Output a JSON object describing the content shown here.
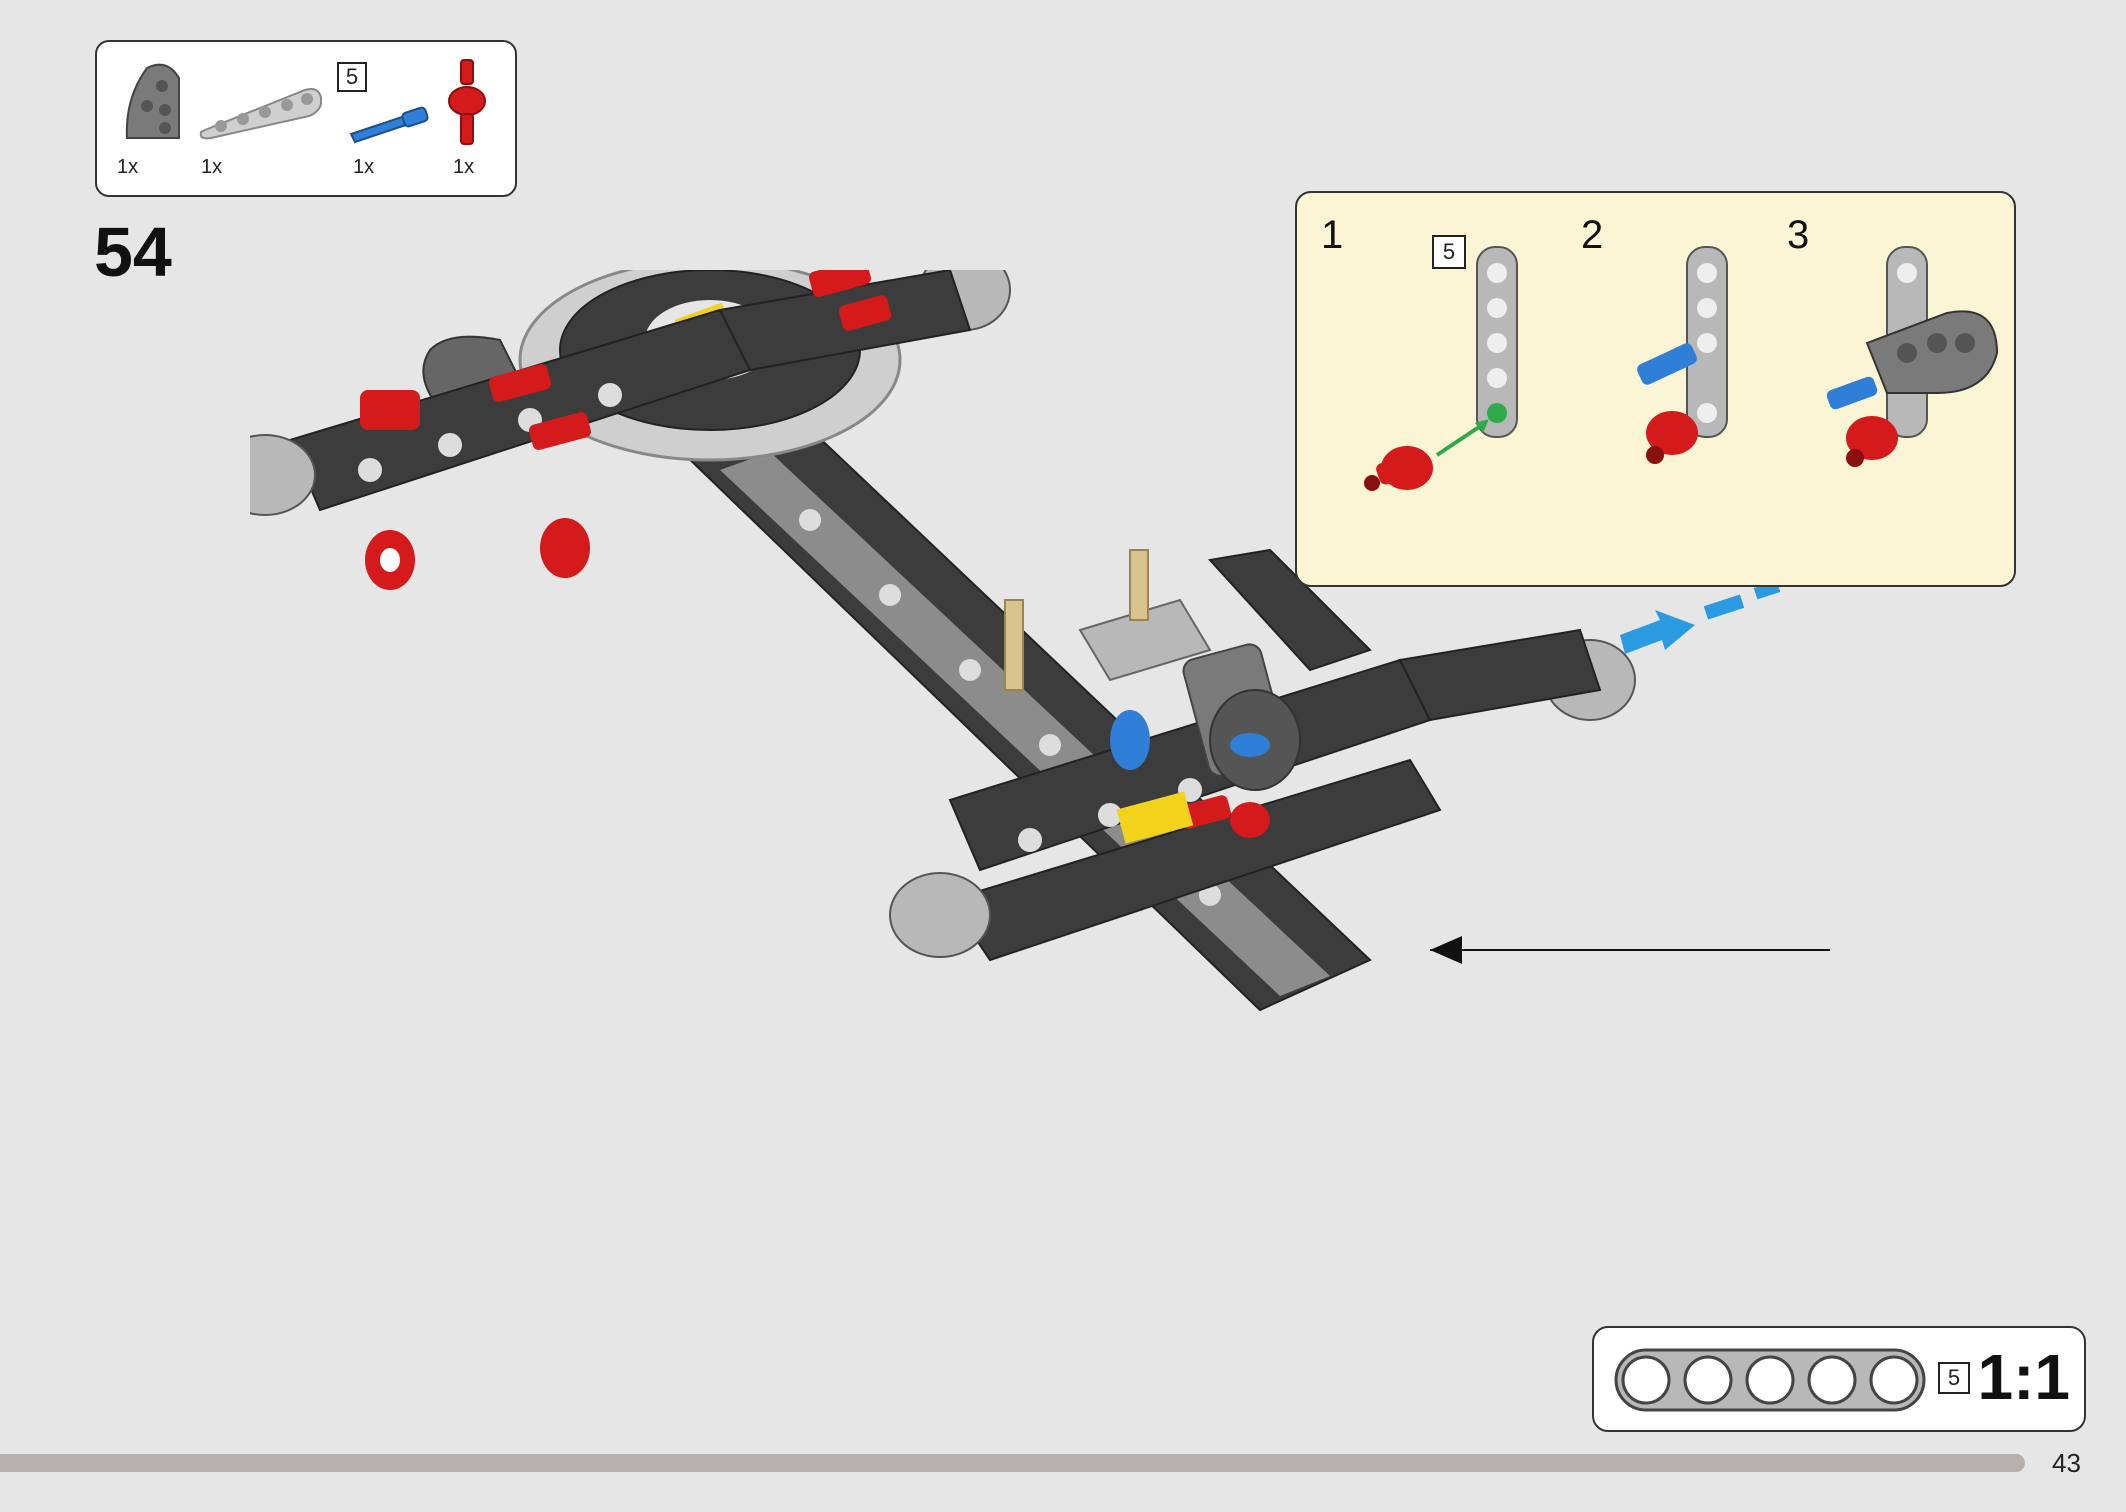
{
  "parts_list": {
    "items": [
      {
        "part": "dark-gray-triangle-plate",
        "quantity": "1x"
      },
      {
        "part": "light-gray-beam",
        "length": "5",
        "quantity": "1x"
      },
      {
        "part": "blue-axle-pin",
        "quantity": "1x"
      },
      {
        "part": "red-cross-connector",
        "quantity": "1x"
      }
    ]
  },
  "step": {
    "number": "54"
  },
  "callout": {
    "substeps": [
      "1",
      "2",
      "3"
    ],
    "beam_length": "5"
  },
  "scale": {
    "beam_length": "5",
    "label": "1:1"
  },
  "page": {
    "number": "43"
  },
  "colors": {
    "background": "#e6e6e6",
    "callout_bg": "#fbf4d5",
    "lego_red": "#d41a1a",
    "lego_blue": "#2f7ed8",
    "dark_gray": "#3c3c3c",
    "light_gray": "#b8b8b8",
    "tan": "#d9c48f",
    "yellow": "#f2d21b",
    "arrow_blue": "#2a9be0",
    "arrow_green": "#2eaa4a"
  }
}
